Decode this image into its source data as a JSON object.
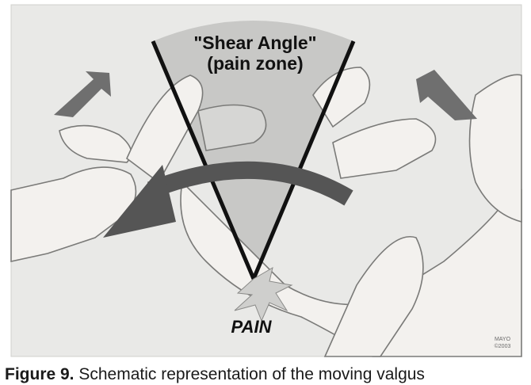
{
  "figure": {
    "shear_label_line1": "\"Shear Angle\"",
    "shear_label_line2": "(pain zone)",
    "pain_label": "PAIN",
    "credit_line1": "MAYO",
    "credit_line2": "©2003",
    "colors": {
      "background": "#e8e8e6",
      "wedge_fill": "#bdbdbb",
      "arrow_gray": "#6f6f6f",
      "curved_arrow": "#555555",
      "burst": "#c8c8c6"
    }
  },
  "caption": {
    "label": "Figure 9.",
    "text": " Schematic representation of the moving valgus"
  }
}
